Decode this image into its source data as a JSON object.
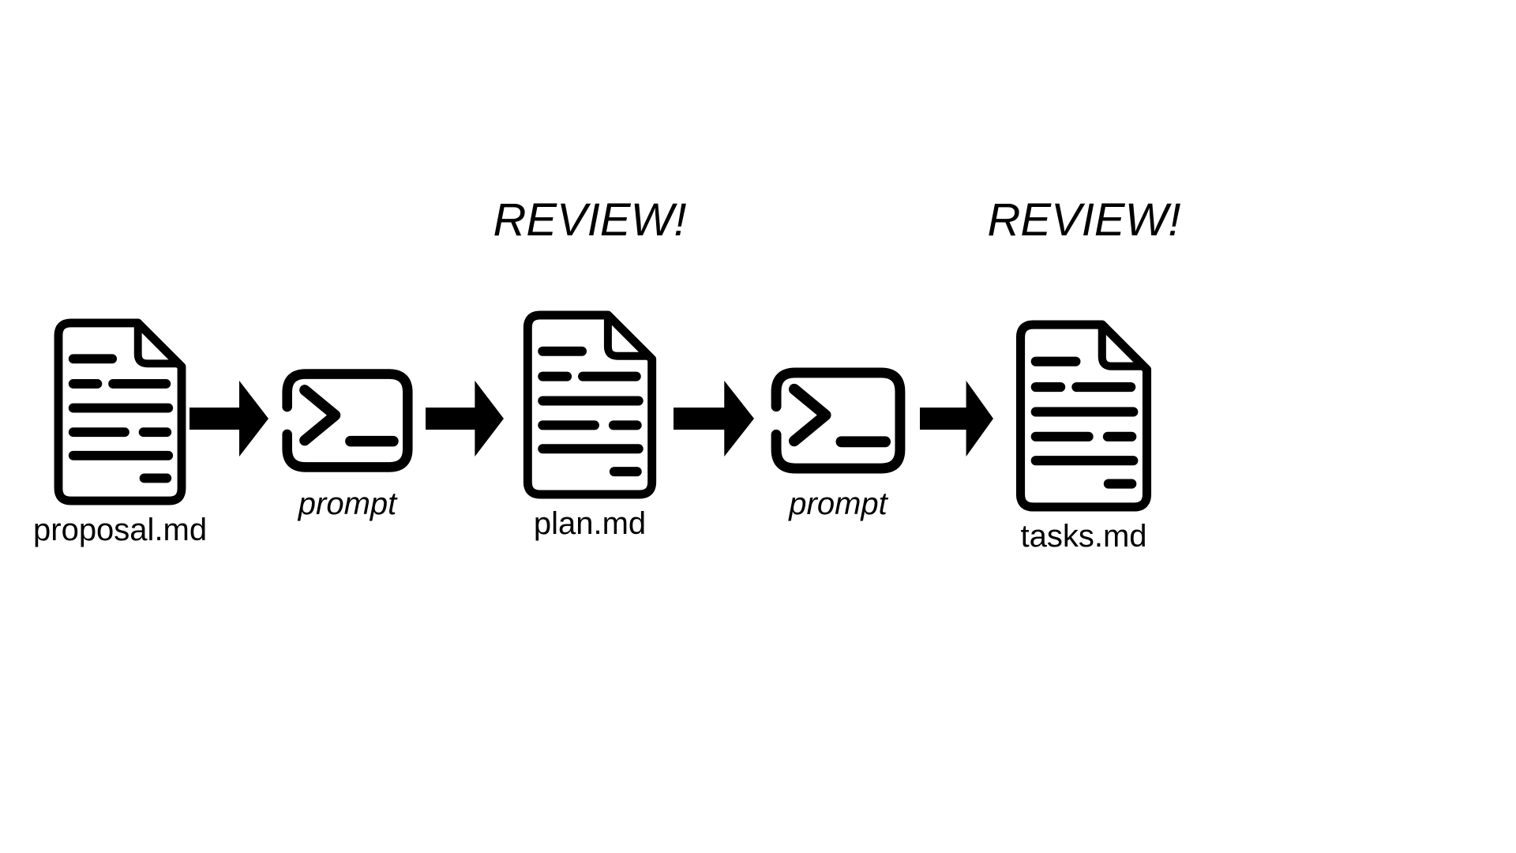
{
  "colors": {
    "ink": "#000000",
    "background": "#ffffff"
  },
  "diagram": {
    "type": "flow",
    "direction": "left-to-right",
    "nodes": {
      "proposal": {
        "icon": "document-icon",
        "label": "proposal.md"
      },
      "prompt1": {
        "icon": "terminal-prompt-icon",
        "label": "prompt"
      },
      "plan": {
        "icon": "document-icon",
        "label": "plan.md",
        "annotation": "REVIEW!"
      },
      "prompt2": {
        "icon": "terminal-prompt-icon",
        "label": "prompt"
      },
      "tasks": {
        "icon": "document-icon",
        "label": "tasks.md",
        "annotation": "REVIEW!"
      }
    },
    "connectors": [
      {
        "icon": "arrow-right-icon",
        "from": "proposal",
        "to": "prompt1"
      },
      {
        "icon": "arrow-right-icon",
        "from": "prompt1",
        "to": "plan"
      },
      {
        "icon": "arrow-right-icon",
        "from": "plan",
        "to": "prompt2"
      },
      {
        "icon": "arrow-right-icon",
        "from": "prompt2",
        "to": "tasks"
      }
    ]
  }
}
